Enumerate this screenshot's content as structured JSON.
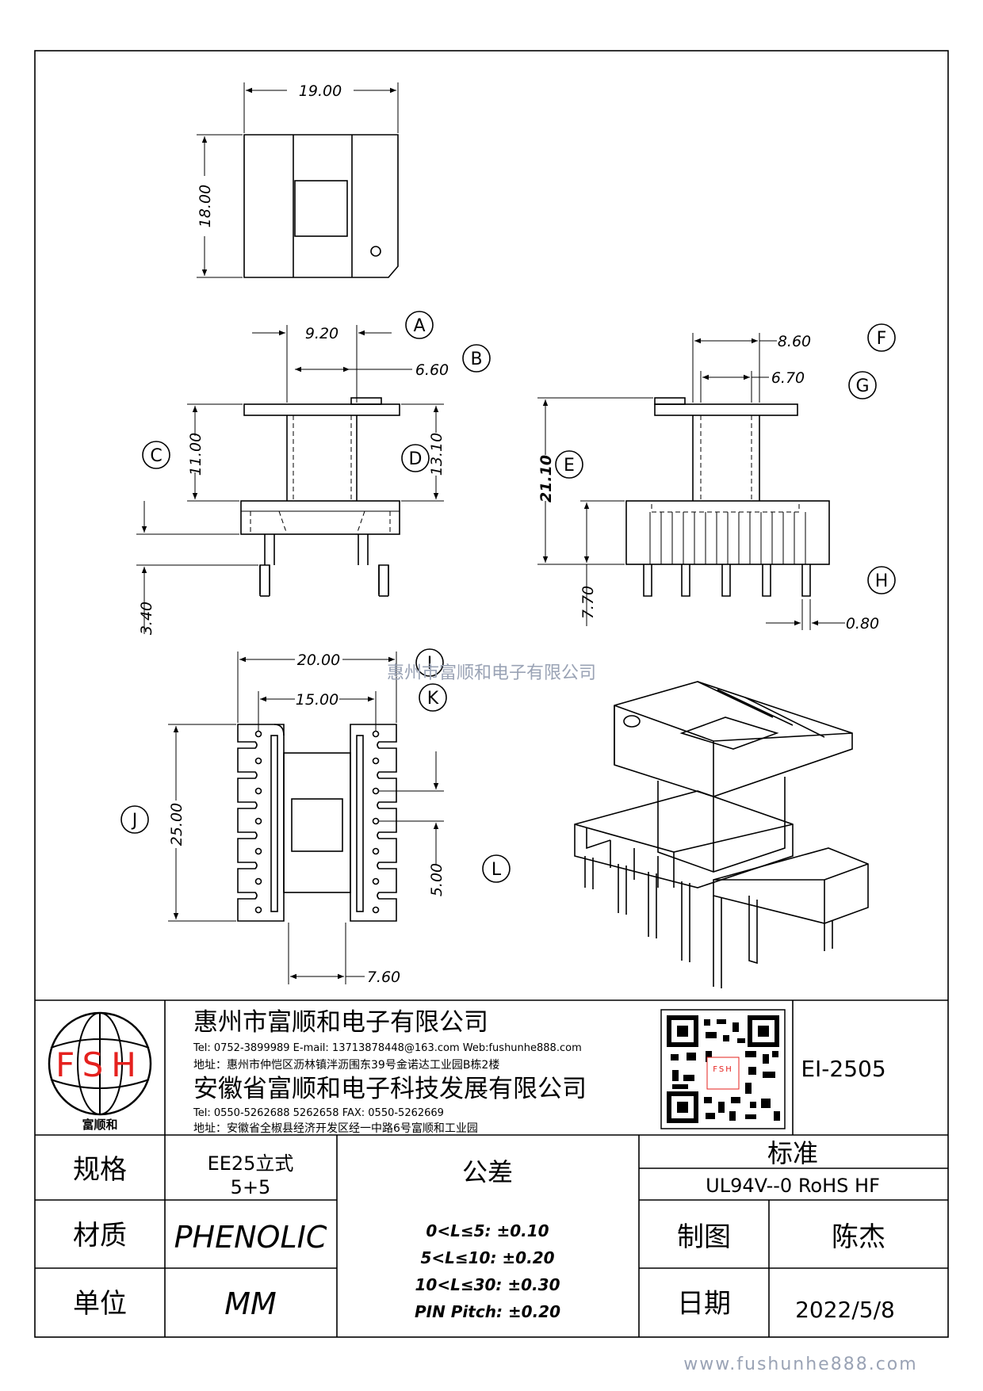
{
  "dimensions": {
    "top_width": "19.00",
    "top_height": "18.00",
    "front_a": "9.20",
    "front_b": "6.60",
    "front_c": "11.00",
    "front_d": "13.10",
    "front_pin": "3.40",
    "side_f": "8.60",
    "side_g": "6.70",
    "side_e": "21.10",
    "side_base": "7.70",
    "side_h": "0.80",
    "bottom_i": "20.00",
    "bottom_k": "15.00",
    "bottom_j": "25.00",
    "bottom_pitch": "5.00",
    "bottom_l": "7.60"
  },
  "callouts": [
    "A",
    "B",
    "C",
    "D",
    "E",
    "F",
    "G",
    "H",
    "I",
    "K",
    "J",
    "L"
  ],
  "watermark_center": "惠州市富顺和电子有限公司",
  "watermark_footer": "www.fushunhe888.com",
  "company": {
    "logo_text": "FSH",
    "logo_caption": "富顺和",
    "name1": "惠州市富顺和电子有限公司",
    "contact1": "Tel: 0752-3899989  E-mail: 13713878448@163.com  Web:fushunhe888.com",
    "address1": "地址：惠州市仲恺区沥林镇泮沥围东39号金诺达工业园B栋2楼",
    "name2": "安徽省富顺和电子科技发展有限公司",
    "contact2": "Tel: 0550-5262688 5262658      FAX: 0550-5262669",
    "address2": "地址：安徽省全椒县经济开发区经一中路6号富顺和工业园"
  },
  "part_number": "EI-2505",
  "table": {
    "spec_label": "规格",
    "spec_value_1": "EE25立式",
    "spec_value_2": "5+5",
    "material_label": "材质",
    "material_value": "PHENOLIC",
    "unit_label": "单位",
    "unit_value": "MM",
    "tolerance_label": "公差",
    "tolerances": [
      "0<L≤5: ±0.10",
      "5<L≤10: ±0.20",
      "10<L≤30: ±0.30",
      "PIN Pitch: ±0.20"
    ],
    "standard_label": "标准",
    "standard_value": "UL94V--0  RoHS HF",
    "drawn_label": "制图",
    "drawn_value": "陈杰",
    "date_label": "日期",
    "date_value": "2022/5/8"
  }
}
